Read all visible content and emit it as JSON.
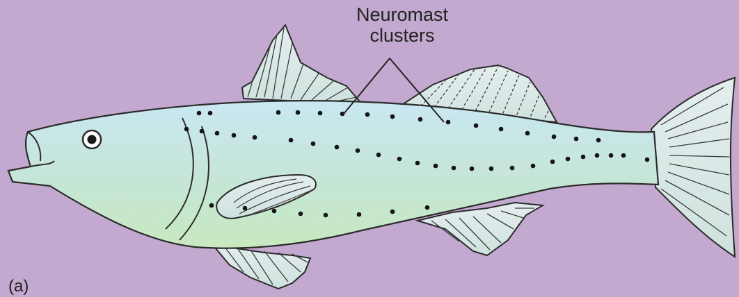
{
  "callout": {
    "line1": "Neuromast",
    "line2": "clusters"
  },
  "panel_label": "(a)",
  "colors": {
    "background": "#c3a8cf",
    "body_top": "#c7e6ef",
    "body_bottom": "#c6e8c2",
    "fin": "#dde9e8",
    "outline": "#2b2b2b",
    "neuromast": "#141414"
  }
}
